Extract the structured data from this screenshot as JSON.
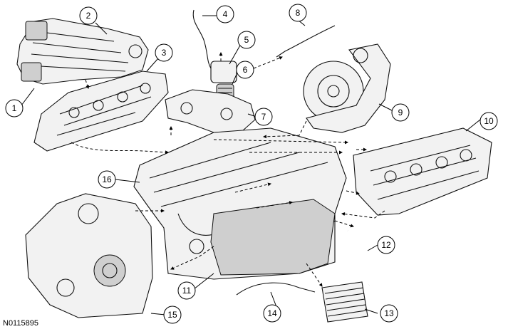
{
  "figure_id": "N0115895",
  "callouts": [
    {
      "num": "1"
    },
    {
      "num": "2"
    },
    {
      "num": "3"
    },
    {
      "num": "4"
    },
    {
      "num": "5"
    },
    {
      "num": "6"
    },
    {
      "num": "7"
    },
    {
      "num": "8"
    },
    {
      "num": "9"
    },
    {
      "num": "10"
    },
    {
      "num": "11"
    },
    {
      "num": "12"
    },
    {
      "num": "13"
    },
    {
      "num": "14"
    },
    {
      "num": "15"
    },
    {
      "num": "16"
    }
  ]
}
